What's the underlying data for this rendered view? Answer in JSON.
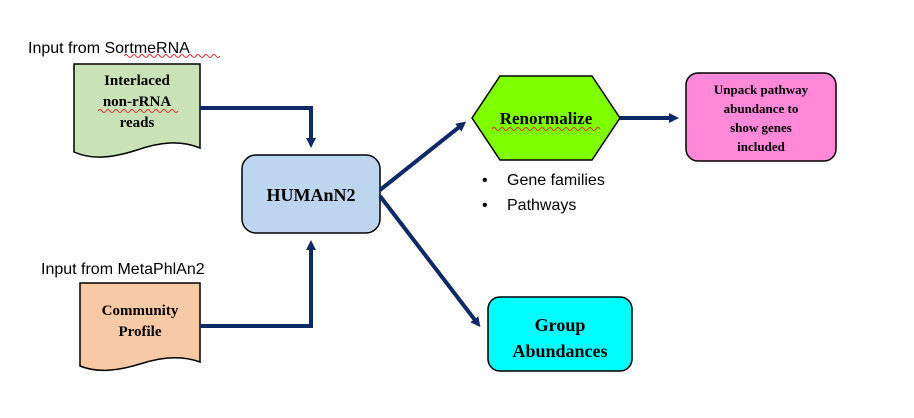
{
  "inputs": {
    "sortmerna_caption": "Input from SortmeRNA",
    "metaphlan_caption": "Input from MetaPhlAn2"
  },
  "nodes": {
    "interlaced": {
      "lines": [
        "Interlaced",
        "non-rRNA",
        "reads"
      ],
      "fill": "#c9e3b7"
    },
    "community": {
      "lines": [
        "Community",
        "Profile"
      ],
      "fill": "#f7c9a5"
    },
    "humann": {
      "label": "HUMAnN2",
      "fill": "#bdd5ee"
    },
    "renormalize": {
      "label": "Renormalize",
      "fill": "#80ff00"
    },
    "unpack": {
      "lines": [
        "Unpack pathway",
        "abundance to",
        "show genes",
        "included"
      ],
      "fill": "#ff88d8"
    },
    "group": {
      "lines": [
        "Group",
        "Abundances"
      ],
      "fill": "#00ffff"
    }
  },
  "outputs": {
    "bullets": [
      "Gene families",
      "Pathways"
    ]
  },
  "colors": {
    "arrow": "#0d2a66",
    "stroke": "#000000"
  }
}
